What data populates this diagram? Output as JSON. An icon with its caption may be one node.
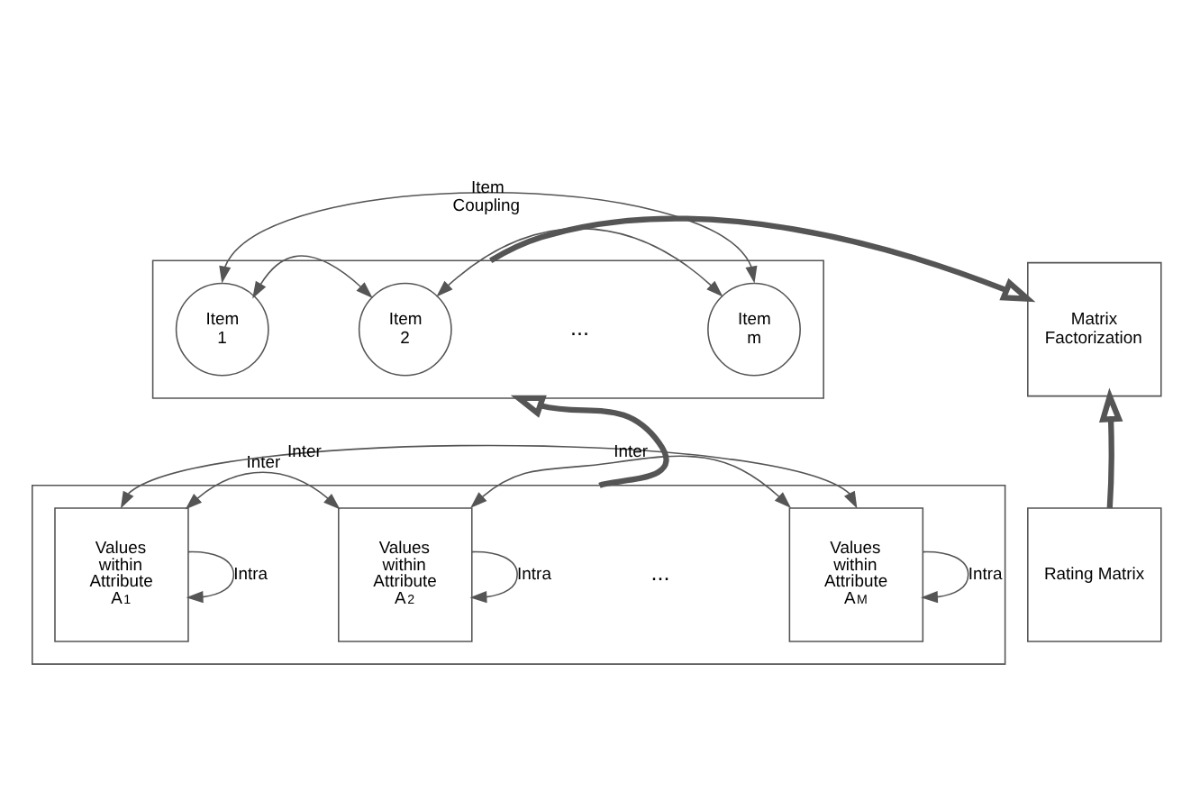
{
  "diagram": {
    "nodes": [
      {
        "text": [],
        "shape": "box"
      },
      {
        "text": [
          "Item 1"
        ],
        "in": 0
      },
      {
        "text": [
          "Item 2"
        ],
        "in": 0
      },
      {
        "text": [
          "Item m"
        ],
        "in": 0
      },
      {
        "text": [
          "Matrix Factorization"
        ]
      },
      {
        "text": [],
        "shape": "box"
      },
      {
        "text": [
          "Values within Attribute A$_{1}$"
        ],
        "in": 5
      },
      {
        "text": [
          "Values within Attribute A$_{2}$"
        ],
        "in": 5
      },
      {
        "text": [
          "Values within Attribute A$_{M}$"
        ],
        "in": 5
      },
      {
        "text": [
          "Rating Matrix"
        ]
      }
    ],
    "edges": [
      {
        "from": 1,
        "to": 3,
        "arrow": "both",
        "label": "Item Coupling"
      },
      {
        "from": 1,
        "to": 2,
        "arrow": "both"
      },
      {
        "from": 2,
        "to": 3,
        "arrow": "both"
      },
      {
        "from": 6,
        "to": 8,
        "arrow": "both",
        "label": "Inter"
      },
      {
        "from": 6,
        "to": 7,
        "arrow": "both",
        "label": "Inter"
      },
      {
        "from": 7,
        "to": 8,
        "arrow": "both",
        "label": "Inter"
      },
      {
        "from": 6,
        "to": 6,
        "arrow": "to",
        "label": "Intra"
      },
      {
        "from": 7,
        "to": 7,
        "arrow": "to",
        "label": "Intra"
      },
      {
        "from": 8,
        "to": 8,
        "arrow": "to",
        "label": "Intra"
      },
      {
        "from": 5,
        "to": 0,
        "arrow": "to",
        "style": "thick"
      },
      {
        "from": 0,
        "to": 4,
        "arrow": "to",
        "style": "thick"
      },
      {
        "from": 9,
        "to": 4,
        "arrow": "to",
        "style": "thick"
      }
    ],
    "labels": [
      "...",
      "..."
    ]
  }
}
